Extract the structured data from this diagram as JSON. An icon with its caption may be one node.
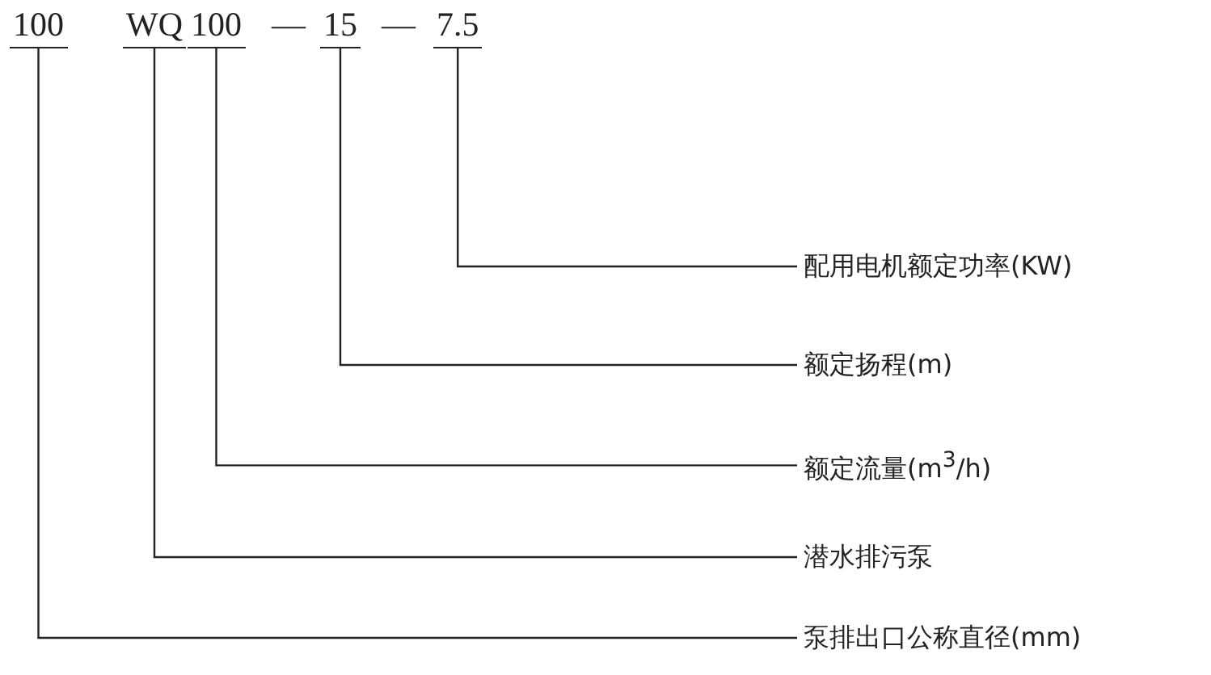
{
  "diagram": {
    "nodes": [
      {
        "text": [
          "100"
        ]
      },
      {
        "text": [
          "WQ"
        ]
      },
      {
        "text": [
          "100"
        ]
      },
      {
        "text": [
          "15"
        ]
      },
      {
        "text": [
          "7.5"
        ]
      },
      {
        "text": [
          "配用电机额定功率(KW)"
        ]
      },
      {
        "text": [
          "额定扬程(m)"
        ]
      },
      {
        "text": [
          "额定流量(m$^{3}$/h)"
        ]
      },
      {
        "text": [
          "潜水排污泵"
        ]
      },
      {
        "text": [
          "泵排出口公称直径(mm)"
        ]
      }
    ],
    "edges": [
      {
        "from": 4,
        "to": 5,
        "arrow": "none"
      },
      {
        "from": 3,
        "to": 6,
        "arrow": "none"
      },
      {
        "from": 2,
        "to": 7,
        "arrow": "none"
      },
      {
        "from": 1,
        "to": 8,
        "arrow": "none"
      },
      {
        "from": 0,
        "to": 9,
        "arrow": "none"
      }
    ],
    "labels": [
      "—",
      "—"
    ]
  }
}
